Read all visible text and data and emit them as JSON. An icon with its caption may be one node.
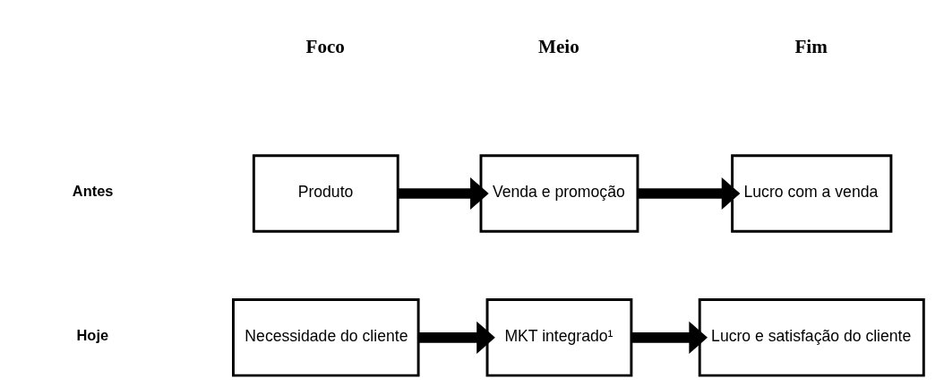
{
  "diagram": {
    "nodes": [
      {
        "text": [
          "Produto"
        ]
      },
      {
        "text": [
          "Venda e promoção"
        ]
      },
      {
        "text": [
          "Lucro com a venda"
        ]
      },
      {
        "text": [
          "Necessidade do cliente"
        ]
      },
      {
        "text": [
          "MKT integrado¹"
        ]
      },
      {
        "text": [
          "Lucro e satisfação do cliente"
        ]
      }
    ],
    "edges": [
      {
        "from": 0,
        "to": 1,
        "arrow": "to"
      },
      {
        "from": 1,
        "to": 2,
        "arrow": "to"
      },
      {
        "from": 3,
        "to": 4,
        "arrow": "to"
      },
      {
        "from": 4,
        "to": 5,
        "arrow": "to"
      }
    ],
    "labels": [
      "Foco",
      "Meio",
      "Fim",
      "Antes",
      "Hoje"
    ]
  }
}
